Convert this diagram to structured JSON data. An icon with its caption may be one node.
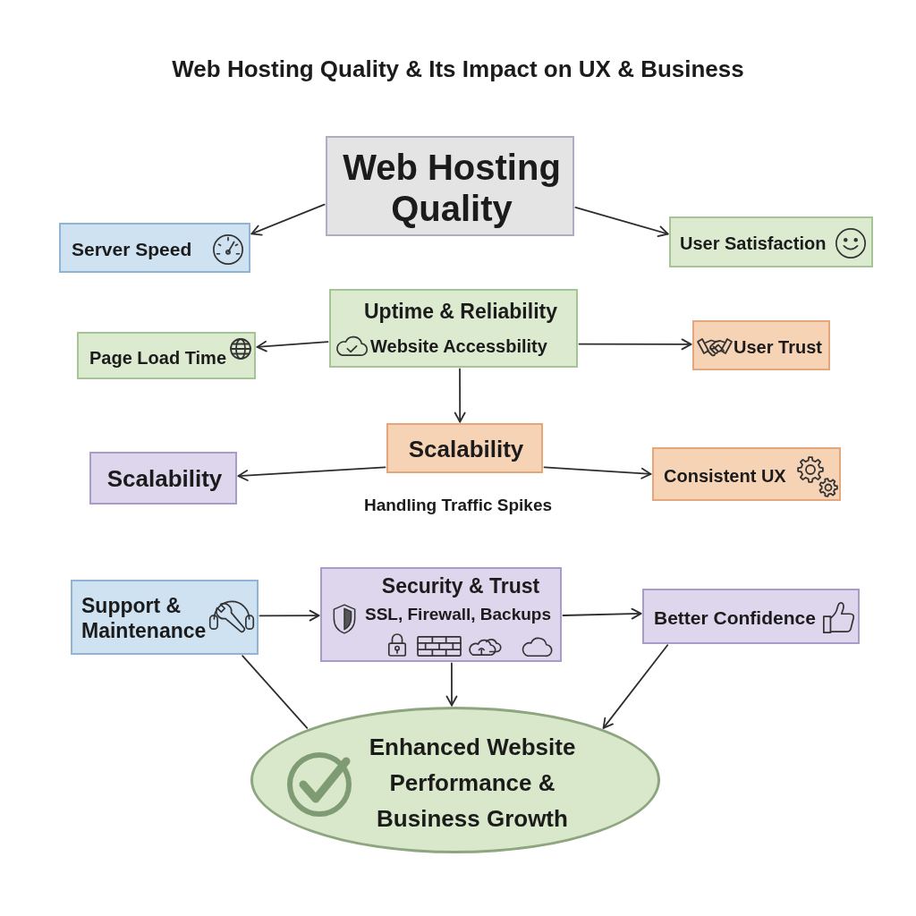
{
  "diagram": {
    "title": "Web Hosting Quality & Its Impact on UX & Business",
    "nodes": [
      {
        "text": [
          "Web Hosting Quality"
        ]
      },
      {
        "text": [
          "Server Speed"
        ]
      },
      {
        "text": [
          "User Satisfaction"
        ]
      },
      {
        "text": [
          "Uptime & Reliability",
          "Website Accessbility"
        ]
      },
      {
        "text": [
          "Page Load Time"
        ]
      },
      {
        "text": [
          "User Trust"
        ]
      },
      {
        "text": [
          "Scalability"
        ],
        "beside": [
          "Handling Traffic Spikes"
        ]
      },
      {
        "text": [
          "Scalability"
        ]
      },
      {
        "text": [
          "Consistent UX"
        ]
      },
      {
        "text": [
          "Support & Maintenance"
        ]
      },
      {
        "text": [
          "Security & Trust",
          "SSL, Firewall, Backups"
        ]
      },
      {
        "text": [
          "Better Confidence"
        ]
      },
      {
        "text": [
          "Enhanced Website Performance & Business Growth"
        ]
      }
    ],
    "edges": [
      {
        "from": 0,
        "to": 1,
        "arrow": "to"
      },
      {
        "from": 0,
        "to": 2,
        "arrow": "to"
      },
      {
        "from": 3,
        "to": 4,
        "arrow": "to"
      },
      {
        "from": 3,
        "to": 5,
        "arrow": "to"
      },
      {
        "from": 3,
        "to": 6,
        "arrow": "to"
      },
      {
        "from": 6,
        "to": 7,
        "arrow": "to"
      },
      {
        "from": 6,
        "to": 8,
        "arrow": "to"
      },
      {
        "from": 9,
        "to": 10,
        "arrow": "to"
      },
      {
        "from": 10,
        "to": 11,
        "arrow": "to"
      },
      {
        "from": 10,
        "to": 12,
        "arrow": "to"
      },
      {
        "from": 9,
        "to": 12,
        "arrow": "none"
      },
      {
        "from": 11,
        "to": 12,
        "arrow": "to"
      }
    ]
  }
}
